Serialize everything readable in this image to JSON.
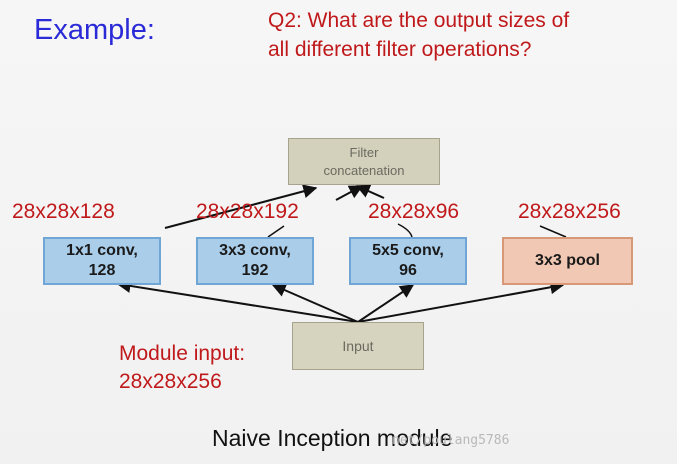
{
  "title": "Example:",
  "question": {
    "line1": "Q2: What are the output sizes of",
    "line2": "all different filter operations?"
  },
  "filter_concat": {
    "line1": "Filter",
    "line2": "concatenation"
  },
  "branches": [
    {
      "line1": "1x1 conv,",
      "line2": "128",
      "output_size": "28x28x128"
    },
    {
      "line1": "3x3 conv,",
      "line2": "192",
      "output_size": "28x28x192"
    },
    {
      "line1": "5x5 conv,",
      "line2": "96",
      "output_size": "28x28x96"
    },
    {
      "line1": "3x3 pool",
      "output_size": "28x28x256"
    }
  ],
  "input_box": "Input",
  "module_input": {
    "label": "Module input:",
    "size": "28x28x256"
  },
  "caption": "Naive Inception module",
  "watermark": "net/poulang5786",
  "colors": {
    "title": "#2a2ad6",
    "annotation": "#c0191b",
    "conv_fill": "#aacdea",
    "pool_fill": "#f0c8b3",
    "neutral_fill": "#d3d1bc"
  }
}
